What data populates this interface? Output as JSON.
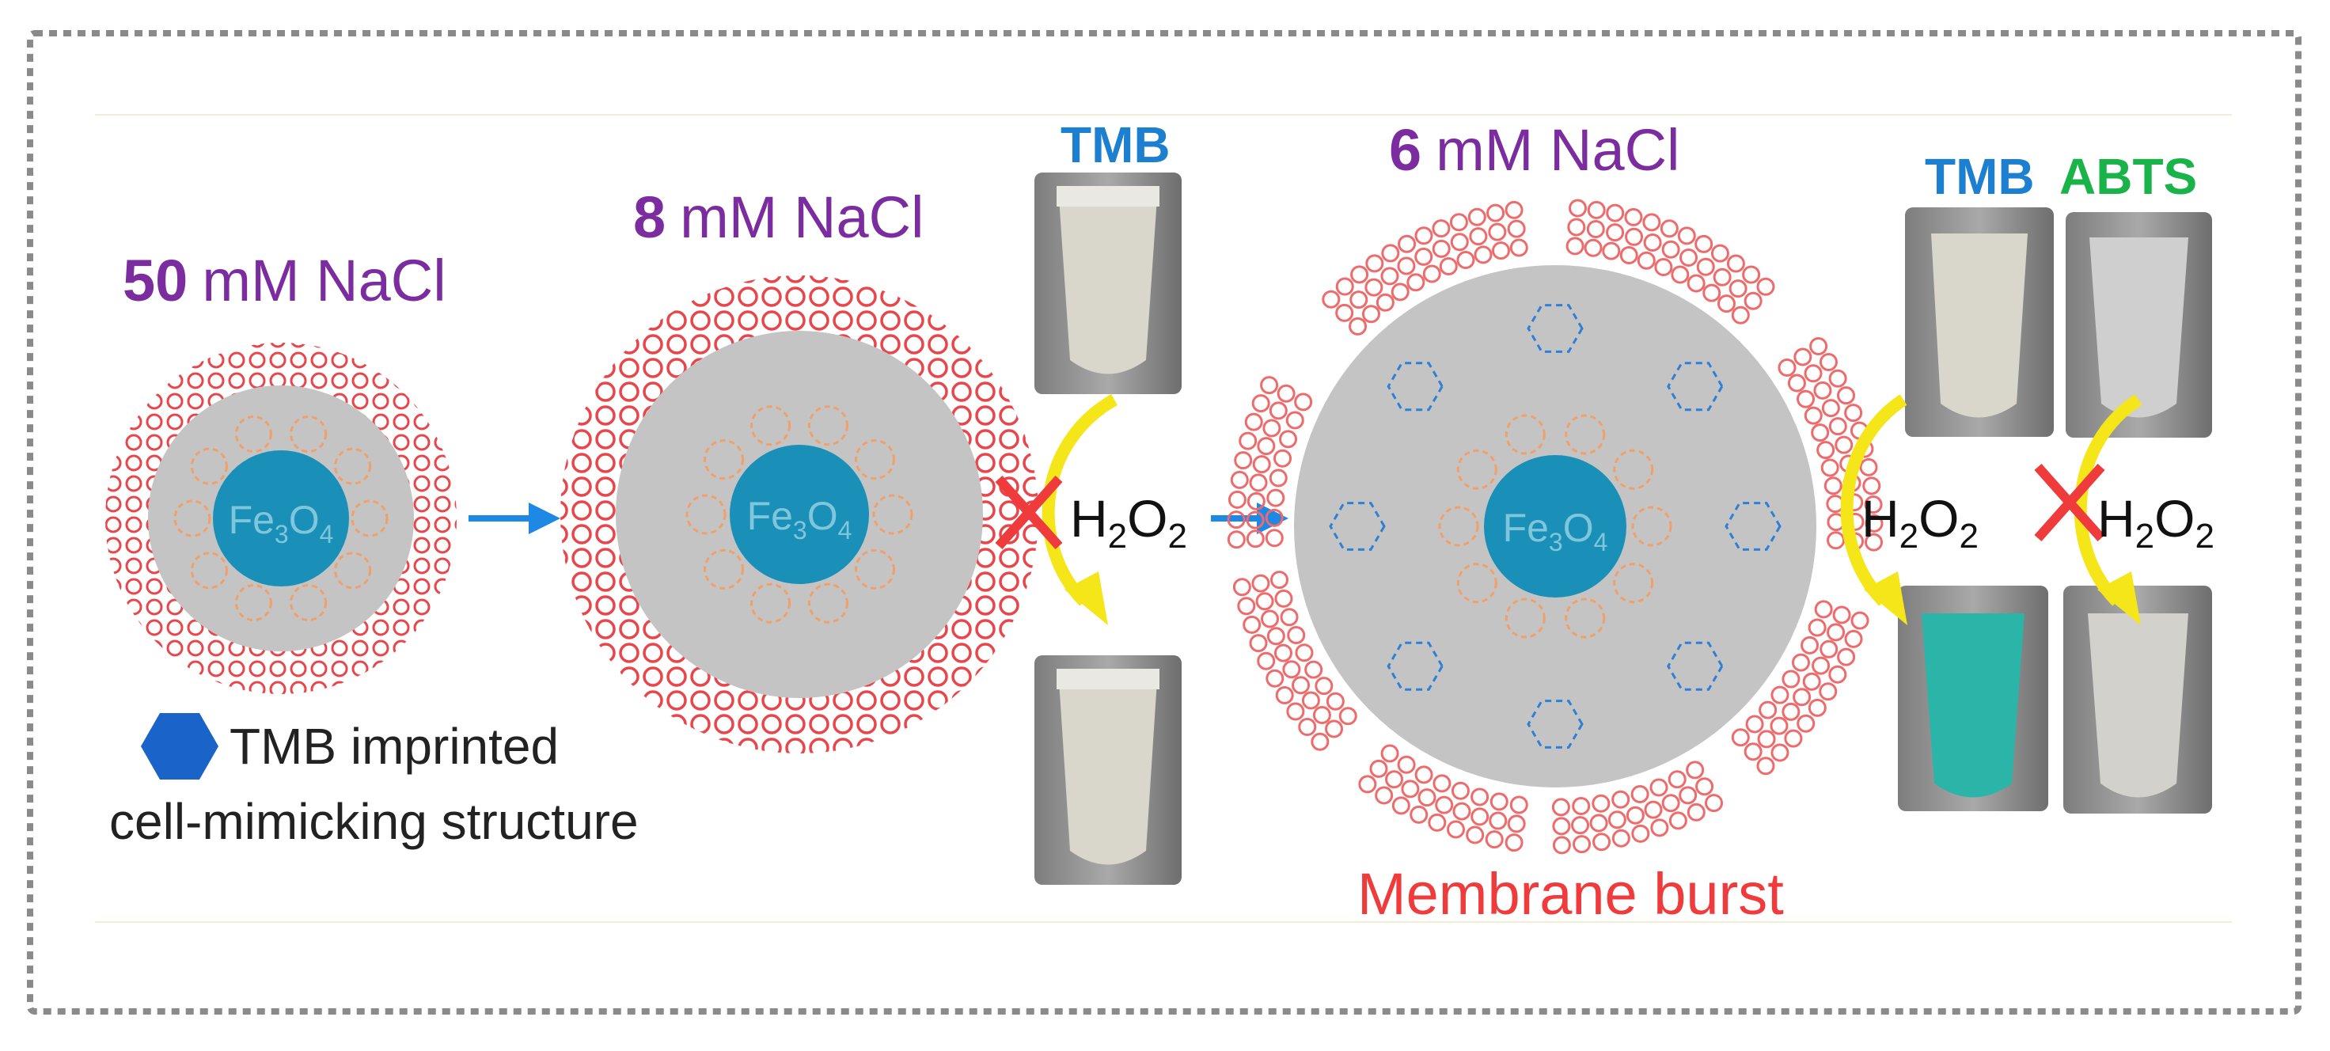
{
  "stages": [
    {
      "conc": "50",
      "unit": "mM NaCl",
      "core": "Fe3O4"
    },
    {
      "conc": "8",
      "unit": "mM NaCl",
      "core": "Fe3O4"
    },
    {
      "conc": "6",
      "unit": "mM NaCl",
      "core": "Fe3O4"
    }
  ],
  "legend": {
    "line1": "TMB imprinted",
    "line2": "cell-mimicking structure"
  },
  "reagents": {
    "tmb": "TMB",
    "abts": "ABTS",
    "h2o2": "H2O2"
  },
  "burst_label": "Membrane burst",
  "colors": {
    "purple": "#7b2c9e",
    "red": "#ef3b3b",
    "membrane": "#f08080",
    "core": "#1a8fb8",
    "gray": "#c4c4c4",
    "blue_text": "#1d7fd0",
    "green_text": "#19b34a",
    "arrow_blue": "#1e88e5",
    "yellow": "#f5e61a",
    "teal": "#2ab5a8"
  }
}
